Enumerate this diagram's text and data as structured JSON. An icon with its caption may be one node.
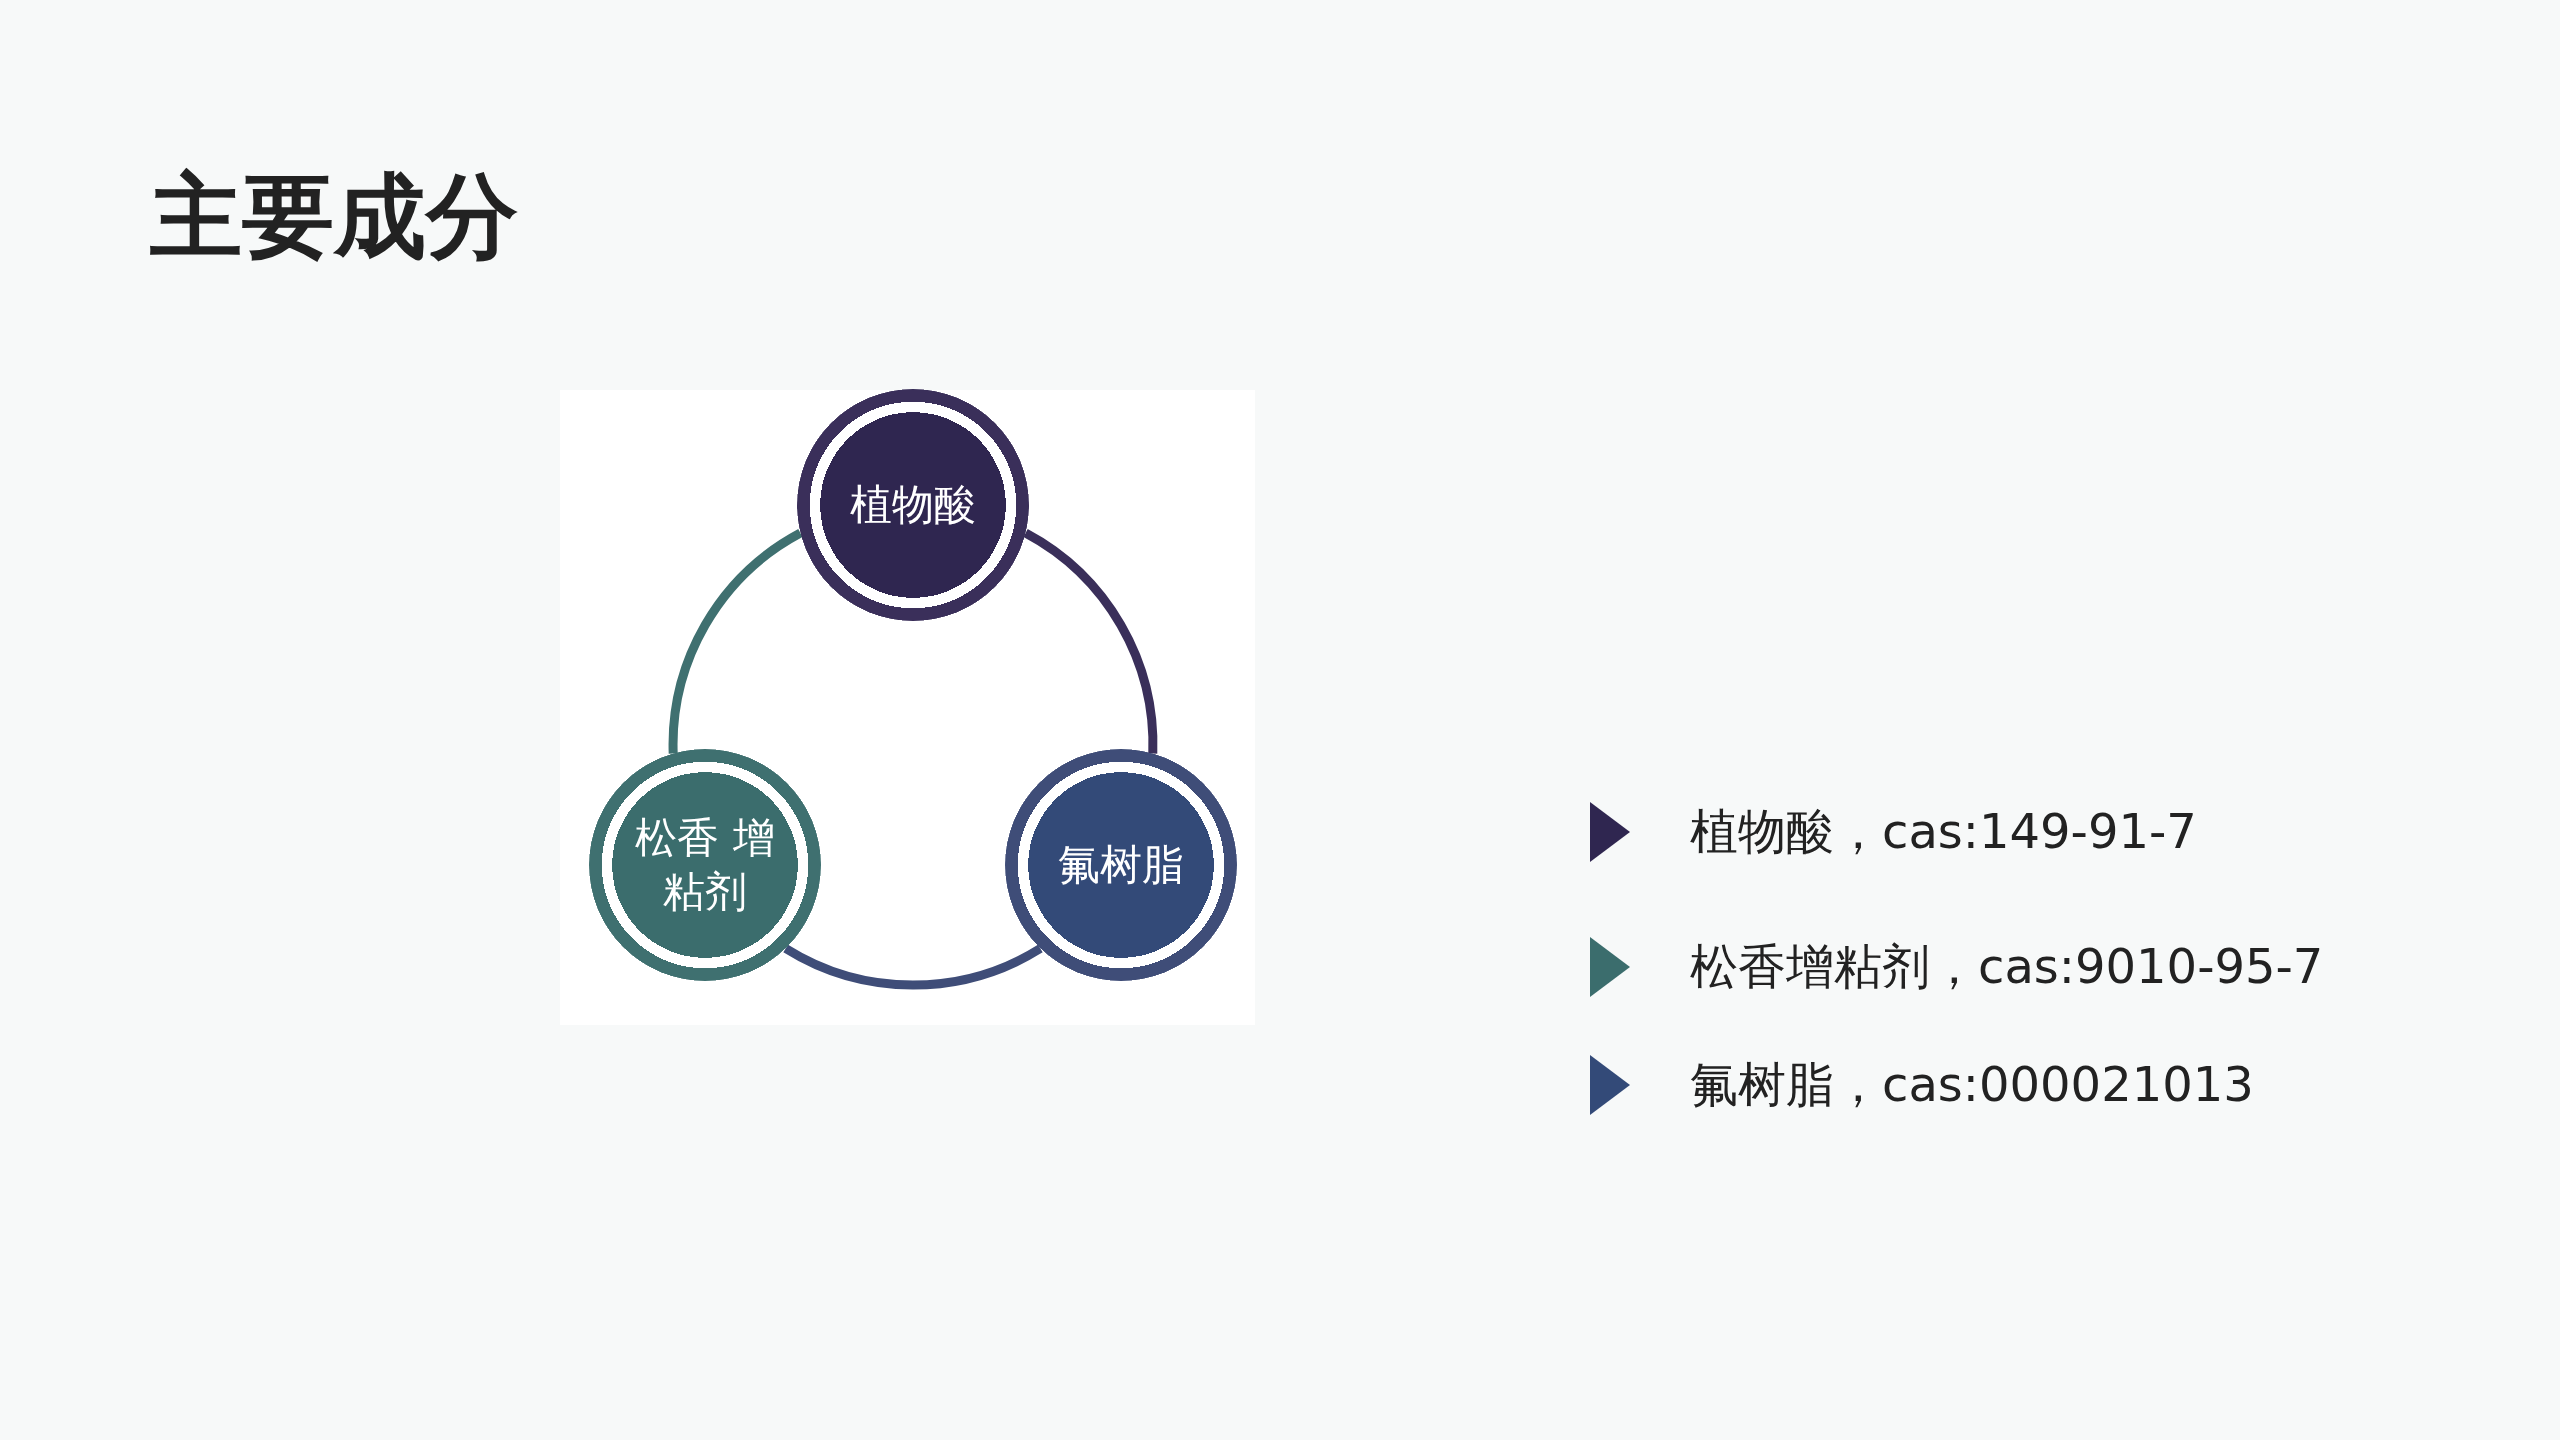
{
  "diagram": {
    "title": "主要成分",
    "nodes": [
      {
        "text": [
          "植物酸"
        ]
      },
      {
        "text": [
          "松香 增粘剂"
        ]
      },
      {
        "text": [
          "氟树脂"
        ]
      }
    ],
    "edges": [
      {
        "from": 0,
        "to": 2,
        "arrow": "none",
        "color": "#3a2f5a"
      },
      {
        "from": 2,
        "to": 1,
        "arrow": "none",
        "color": "#3f4d78"
      },
      {
        "from": 1,
        "to": 0,
        "arrow": "none",
        "color": "#3f7070"
      }
    ],
    "labels": [
      "植物酸，cas:149-91-7",
      "松香增粘剂，cas:9010-95-7",
      "氟树脂，cas:000021013"
    ]
  }
}
